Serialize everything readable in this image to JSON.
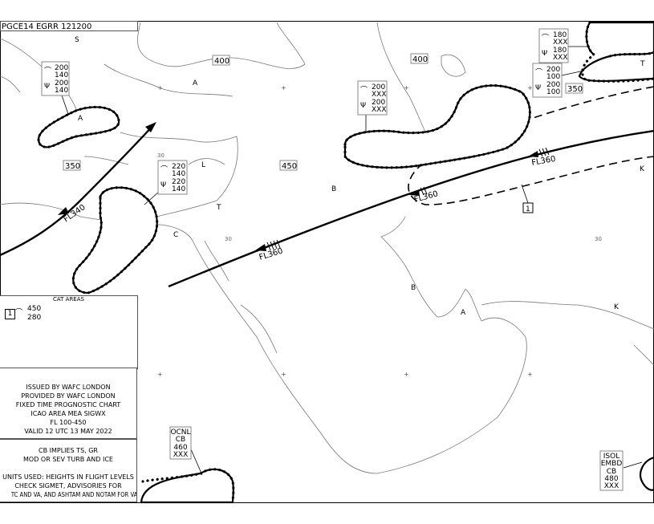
{
  "header": "PGCE14 EGRR 121200",
  "tropopause_heights": [
    "400",
    "400",
    "350",
    "450",
    "350"
  ],
  "pressure_centers": [
    "S",
    "A",
    "A",
    "L",
    "T",
    "C",
    "B",
    "B",
    "A",
    "K",
    "K",
    "T"
  ],
  "latitude_labels": [
    "30",
    "30",
    "30"
  ],
  "cb_boxes": [
    {
      "turb_top": "200",
      "turb_base": "140",
      "ice_top": "200",
      "ice_base": "140"
    },
    {
      "turb_top": "220",
      "turb_base": "140",
      "ice_top": "220",
      "ice_base": "140"
    },
    {
      "turb_top": "200",
      "turb_base": "XXX",
      "ice_top": "200",
      "ice_base": "XXX"
    },
    {
      "turb_top": "180",
      "turb_base": "XXX",
      "ice_top": "180",
      "ice_base": "XXX"
    },
    {
      "turb_top": "200",
      "turb_base": "100",
      "ice_top": "200",
      "ice_base": "100"
    }
  ],
  "cb_labels": [
    {
      "lines": [
        "OCNL",
        "CB",
        "460",
        "XXX"
      ]
    },
    {
      "lines": [
        "ISOL",
        "EMBD",
        "CB",
        "480",
        "XXX"
      ]
    }
  ],
  "jets": [
    "FL340",
    "FL360",
    "FL360",
    "FL360"
  ],
  "cat_area_marker": "1",
  "legend": {
    "cat_title": "CAT AREAS",
    "cat_id": "1",
    "cat_top": "450",
    "cat_base": "280",
    "issue_lines": [
      "ISSUED BY WAFC LONDON",
      "PROVIDED BY WAFC LONDON",
      "FIXED TIME PROGNOSTIC CHART",
      "ICAO AREA MEA SIGWX",
      "FL 100-450",
      "VALID 12 UTC 13 MAY 2022"
    ],
    "notes_lines": [
      "CB IMPLIES TS, GR",
      "MOD OR SEV TURB AND ICE",
      "",
      "UNITS USED: HEIGHTS IN FLIGHT LEVELS",
      "CHECK SIGMET, ADVISORIES FOR",
      "TC AND VA, AND ASHTAM AND NOTAM FOR VA"
    ]
  }
}
